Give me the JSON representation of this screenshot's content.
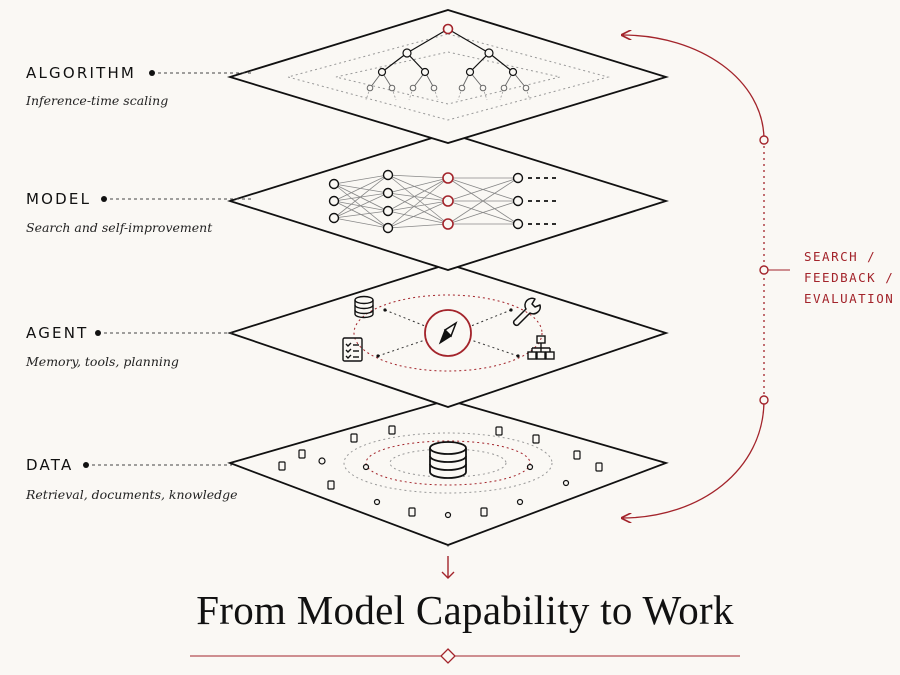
{
  "layers": [
    {
      "name": "ALGORITHM",
      "subtitle": "Inference-time scaling"
    },
    {
      "name": "MODEL",
      "subtitle": "Search and self-improvement"
    },
    {
      "name": "AGENT",
      "subtitle": "Memory, tools, planning"
    },
    {
      "name": "DATA",
      "subtitle": "Retrieval, documents, knowledge"
    }
  ],
  "loop_label": [
    "SEARCH /",
    "FEEDBACK /",
    "EVALUATION"
  ],
  "title": "From Model Capability to Work",
  "colors": {
    "accent": "#a3242b",
    "ink": "#111111",
    "background": "#faf8f4"
  },
  "icons": [
    "database-icon",
    "wrench-icon",
    "checklist-icon",
    "hierarchy-icon",
    "compass-icon",
    "tree-icon",
    "neural-network-icon"
  ]
}
